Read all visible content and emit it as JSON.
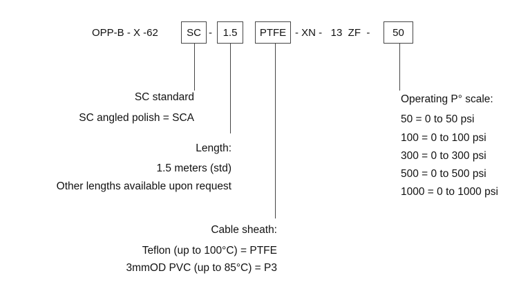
{
  "code": {
    "prefix": "OPP-B - X  -62",
    "connector": "SC",
    "dash1": "-",
    "length": "1.5",
    "sheath": "PTFE",
    "mid": "- XN -   13  ZF  -",
    "scale": "50"
  },
  "connector_desc": {
    "line1": "SC standard",
    "line2": "SC angled polish = SCA"
  },
  "length_desc": {
    "title": "Length:",
    "line1": "1.5 meters (std)",
    "line2": "Other lengths available upon request"
  },
  "sheath_desc": {
    "title": "Cable sheath:",
    "line1": "Teflon (up to 100°C) = PTFE",
    "line2": "3mmOD PVC (up to 85°C) = P3"
  },
  "scale_desc": {
    "title": "Operating P° scale:",
    "options": [
      "50 = 0 to 50 psi",
      "100 = 0 to 100 psi",
      "300 = 0 to 300 psi",
      "500 = 0 to 500 psi",
      "1000 = 0 to 1000 psi"
    ]
  }
}
